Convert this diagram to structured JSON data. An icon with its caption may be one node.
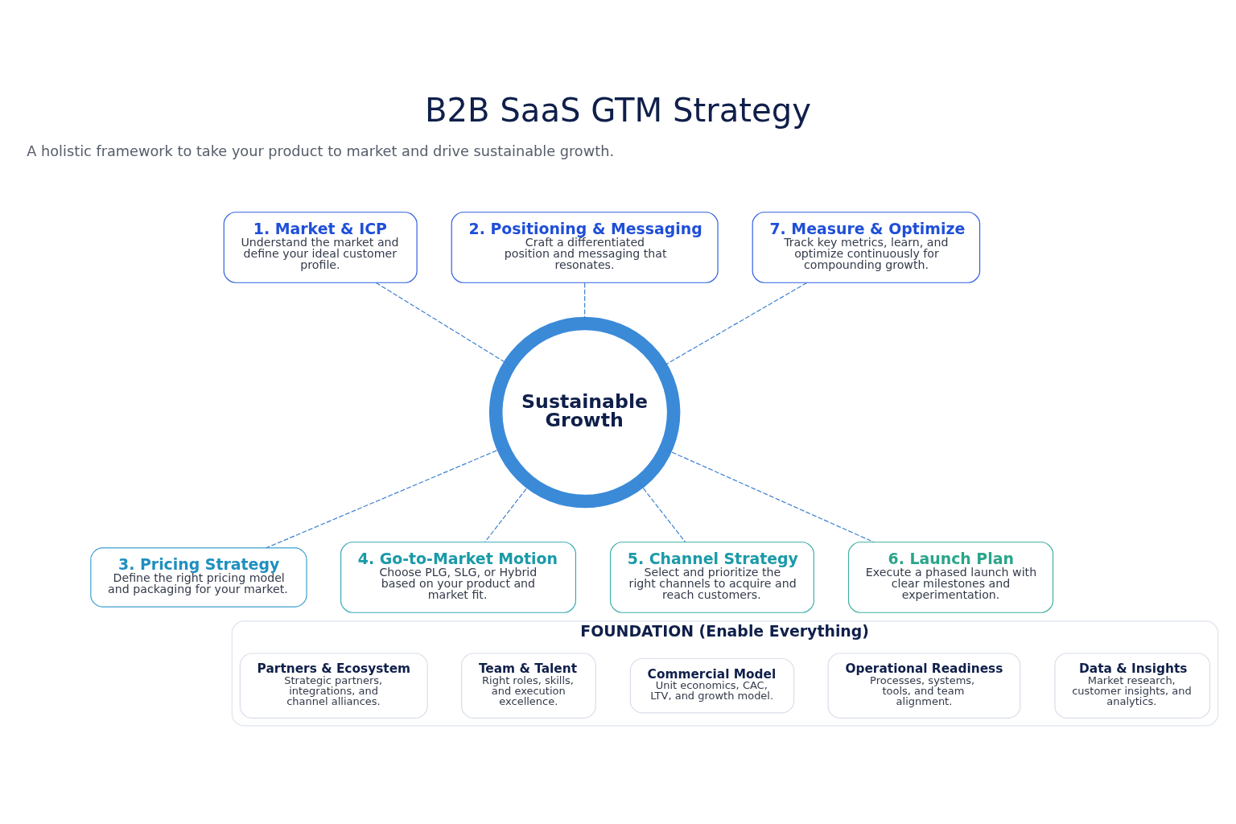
{
  "diagram": {
    "title": "B2B SaaS GTM Strategy",
    "nodes": [
      {
        "text": [
          "Sustainable Growth"
        ]
      },
      {
        "text": [
          "1. Market & ICP",
          "Understand the market and define your ideal customer profile."
        ]
      },
      {
        "text": [
          "2. Positioning & Messaging",
          "Craft a differentiated position and messaging that resonates."
        ]
      },
      {
        "text": [
          "3. Pricing Strategy",
          "Define the right pricing model and packaging for your market."
        ]
      },
      {
        "text": [
          "4. Go-to-Market Motion",
          "Choose PLG, SLG, or Hybrid based on your product and market fit."
        ]
      },
      {
        "text": [
          "5. Channel Strategy",
          "Select and prioritize the right channels to acquire and reach customers."
        ]
      },
      {
        "text": [
          "6. Launch Plan",
          "Execute a phased launch with clear milestones and experimentation."
        ]
      },
      {
        "text": [
          "7. Measure & Optimize",
          "Track key metrics, learn, and optimize continuously for compounding growth."
        ]
      },
      {
        "text": [
          "FOUNDATION (Enable Everything)"
        ]
      },
      {
        "text": [
          "Data & Insights",
          "Market research, customer insights, and analytics."
        ],
        "in": 8
      },
      {
        "text": [
          "Operational Readiness",
          "Processes, systems, tools, and team alignment."
        ],
        "in": 8
      },
      {
        "text": [
          "Commercial Model",
          "Unit economics, CAC, LTV, and growth model."
        ],
        "in": 8
      },
      {
        "text": [
          "Team & Talent",
          "Right roles, skills, and execution excellence."
        ],
        "in": 8
      },
      {
        "text": [
          "Partners & Ecosystem",
          "Strategic partners, integrations, and channel alliances."
        ],
        "in": 8
      }
    ],
    "edges": [
      {
        "from": 1,
        "to": 0,
        "arrow": "none",
        "style": "dashed"
      },
      {
        "from": 2,
        "to": 0,
        "arrow": "none",
        "style": "dashed"
      },
      {
        "from": 0,
        "to": 3,
        "arrow": "none",
        "style": "dashed"
      },
      {
        "from": 0,
        "to": 4,
        "arrow": "none",
        "style": "dashed"
      },
      {
        "from": 0,
        "to": 5,
        "arrow": "none",
        "style": "dashed"
      },
      {
        "from": 0,
        "to": 6,
        "arrow": "none",
        "style": "dashed"
      },
      {
        "from": 7,
        "to": 0,
        "arrow": "none",
        "style": "dashed"
      }
    ],
    "labels": [
      "A holistic framework to take your product to market and drive sustainable growth."
    ]
  }
}
